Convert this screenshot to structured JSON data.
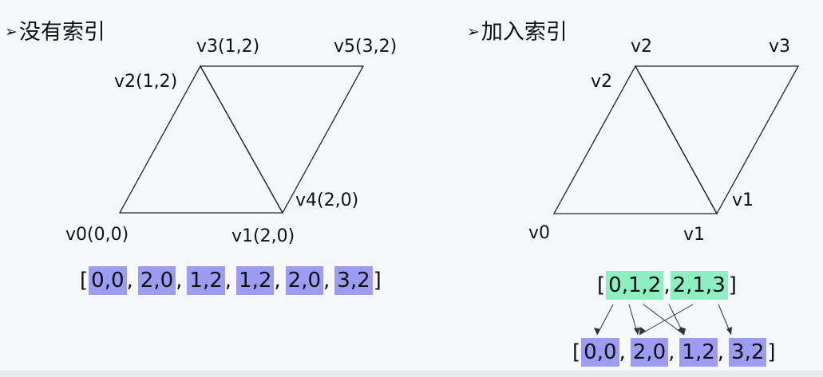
{
  "left": {
    "heading": "没有索引",
    "labels": {
      "v0": "v0(0,0)",
      "v1": "v1(2,0)",
      "v2": "v2(1,2)",
      "v3": "v3(1,2)",
      "v4": "v4(2,0)",
      "v5": "v5(3,2)"
    },
    "array": [
      "0,0",
      "2,0",
      "1,2",
      "1,2",
      "2,0",
      "3,2"
    ]
  },
  "right": {
    "heading": "加入索引",
    "labels": {
      "v0": "v0",
      "v1_bottom": "v1",
      "v1_right": "v1",
      "v2_left": "v2",
      "v2_top": "v2",
      "v3": "v3"
    },
    "index_array": [
      "0,1,2",
      "2,1,3"
    ],
    "vertex_array": [
      "0,0",
      "2,0",
      "1,2",
      "3,2"
    ]
  },
  "colors": {
    "vertex_chip": "#9c9cf2",
    "index_chip": "#8ef0c0"
  }
}
